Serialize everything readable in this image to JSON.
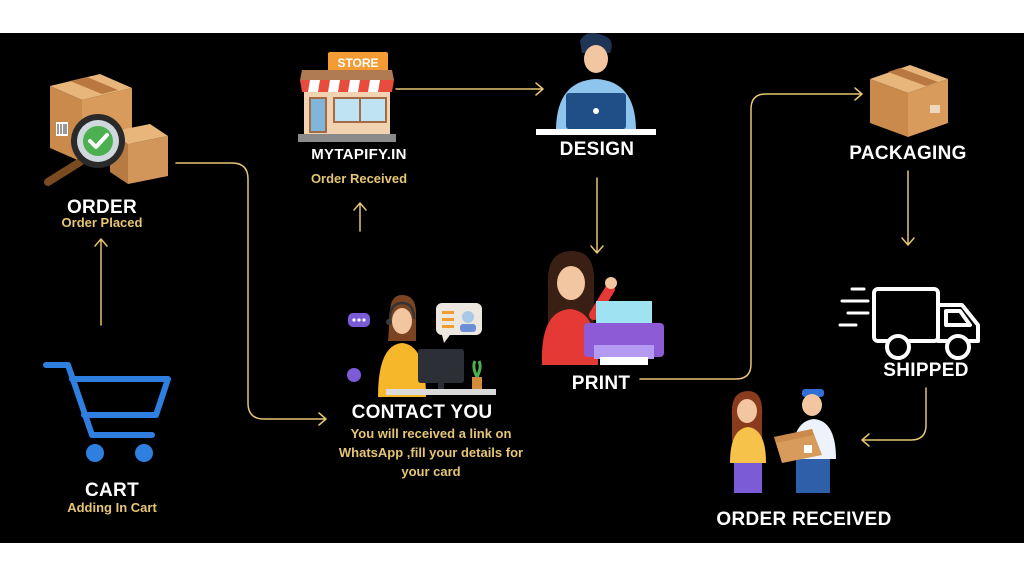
{
  "colors": {
    "background": "#000000",
    "arrow": "#e6c674",
    "subtitle": "#e6c674",
    "title": "#ffffff",
    "cart": "#2f7fe0"
  },
  "nodes": {
    "order": {
      "title": "ORDER",
      "subtitle": "Order Placed",
      "icon": "package-check-icon"
    },
    "cart": {
      "title": "CART",
      "subtitle": "Adding In Cart",
      "icon": "shopping-cart-icon"
    },
    "store": {
      "title": "MYTAPIFY.IN",
      "subtitle": "Order Received",
      "icon": "store-icon",
      "sign": "STORE"
    },
    "contact": {
      "title": "CONTACT YOU",
      "subtitle": "You will received a link on WhatsApp ,fill your details for your card",
      "icon": "support-agent-icon"
    },
    "design": {
      "title": "DESIGN",
      "icon": "designer-laptop-icon"
    },
    "print": {
      "title": "PRINT",
      "icon": "printer-person-icon"
    },
    "packaging": {
      "title": "PACKAGING",
      "icon": "box-icon"
    },
    "shipped": {
      "title": "SHIPPED",
      "icon": "delivery-truck-icon"
    },
    "received": {
      "title": "ORDER RECEIVED",
      "icon": "delivery-handover-icon"
    }
  }
}
